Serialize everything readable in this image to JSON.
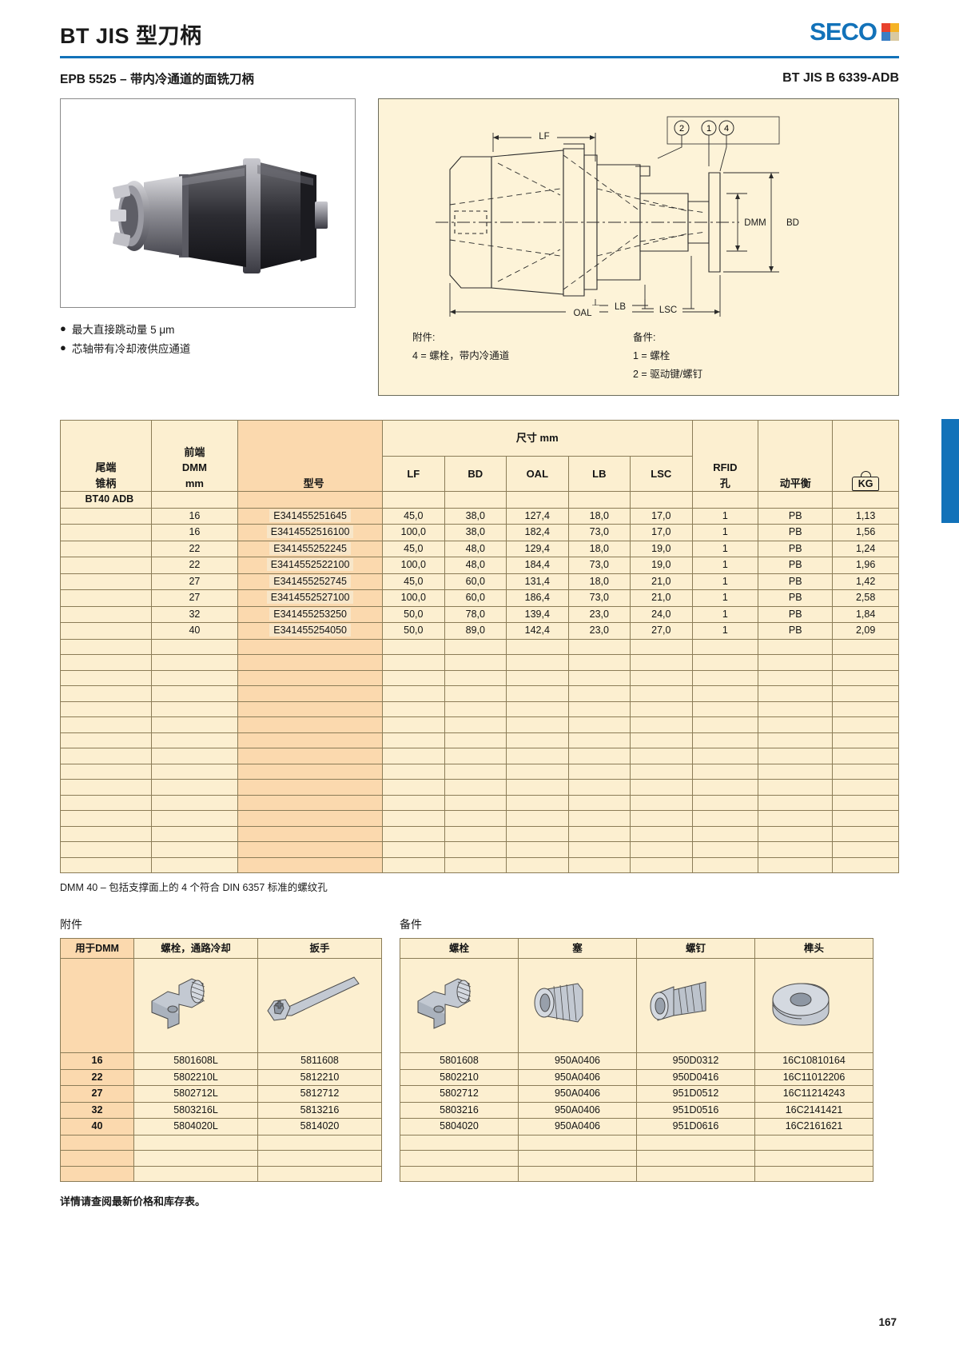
{
  "header": {
    "title": "BT JIS 型刀柄",
    "logo_text": "SECO",
    "logo_colors": [
      "#e8412c",
      "#f5b325",
      "#3a7ec4",
      "#d9c9a0"
    ],
    "accent_color": "#1272b9",
    "subtitle_left": "EPB 5525 – 带内冷通道的面铣刀柄",
    "subtitle_right": "BT JIS B 6339-ADB"
  },
  "features": {
    "bullets": [
      "最大直接跳动量 5 μm",
      "芯轴带有冷却液供应通道"
    ]
  },
  "diagram": {
    "labels": {
      "lf": "LF",
      "dmm": "DMM",
      "bd": "BD",
      "lb": "LB",
      "lsc": "LSC",
      "oal": "OAL",
      "b1": "1",
      "b2": "2",
      "b4": "4"
    },
    "legend": {
      "accessories_title": "附件:",
      "accessories_items": [
        "4 = 螺栓，带内冷通道"
      ],
      "spare_title": "备件:",
      "spare_items": [
        "1 = 螺栓",
        "2 = 驱动键/螺钉"
      ]
    }
  },
  "main_table": {
    "headers": {
      "shank": [
        "尾端",
        "锥柄"
      ],
      "dmm": [
        "前端",
        "DMM",
        "mm"
      ],
      "model": "型号",
      "dims_group": "尺寸 mm",
      "lf": "LF",
      "bd": "BD",
      "oal": "OAL",
      "lb": "LB",
      "lsc": "LSC",
      "rfid": [
        "RFID",
        "孔"
      ],
      "balance": "动平衡",
      "kg": "KG"
    },
    "group_label": "BT40 ADB",
    "rows": [
      {
        "dmm": "16",
        "model": "E341455251645",
        "lf": "45,0",
        "bd": "38,0",
        "oal": "127,4",
        "lb": "18,0",
        "lsc": "17,0",
        "rfid": "1",
        "balance": "PB",
        "kg": "1,13"
      },
      {
        "dmm": "16",
        "model": "E3414552516100",
        "lf": "100,0",
        "bd": "38,0",
        "oal": "182,4",
        "lb": "73,0",
        "lsc": "17,0",
        "rfid": "1",
        "balance": "PB",
        "kg": "1,56"
      },
      {
        "dmm": "22",
        "model": "E341455252245",
        "lf": "45,0",
        "bd": "48,0",
        "oal": "129,4",
        "lb": "18,0",
        "lsc": "19,0",
        "rfid": "1",
        "balance": "PB",
        "kg": "1,24"
      },
      {
        "dmm": "22",
        "model": "E3414552522100",
        "lf": "100,0",
        "bd": "48,0",
        "oal": "184,4",
        "lb": "73,0",
        "lsc": "19,0",
        "rfid": "1",
        "balance": "PB",
        "kg": "1,96"
      },
      {
        "dmm": "27",
        "model": "E341455252745",
        "lf": "45,0",
        "bd": "60,0",
        "oal": "131,4",
        "lb": "18,0",
        "lsc": "21,0",
        "rfid": "1",
        "balance": "PB",
        "kg": "1,42"
      },
      {
        "dmm": "27",
        "model": "E3414552527100",
        "lf": "100,0",
        "bd": "60,0",
        "oal": "186,4",
        "lb": "73,0",
        "lsc": "21,0",
        "rfid": "1",
        "balance": "PB",
        "kg": "2,58"
      },
      {
        "dmm": "32",
        "model": "E341455253250",
        "lf": "50,0",
        "bd": "78,0",
        "oal": "139,4",
        "lb": "23,0",
        "lsc": "24,0",
        "rfid": "1",
        "balance": "PB",
        "kg": "1,84"
      },
      {
        "dmm": "40",
        "model": "E341455254050",
        "lf": "50,0",
        "bd": "89,0",
        "oal": "142,4",
        "lb": "23,0",
        "lsc": "27,0",
        "rfid": "1",
        "balance": "PB",
        "kg": "2,09"
      }
    ],
    "empty_rows": 15,
    "footnote": "DMM 40 – 包括支撑面上的 4 个符合 DIN 6357 标准的螺纹孔"
  },
  "accessories_table": {
    "title": "附件",
    "headers": [
      "用于DMM",
      "螺栓，通路冷却",
      "扳手"
    ],
    "icons": [
      "bolt-icon",
      "wrench-icon"
    ],
    "rows": [
      {
        "dmm": "16",
        "bolt": "5801608L",
        "wrench": "5811608"
      },
      {
        "dmm": "22",
        "bolt": "5802210L",
        "wrench": "5812210"
      },
      {
        "dmm": "27",
        "bolt": "5802712L",
        "wrench": "5812712"
      },
      {
        "dmm": "32",
        "bolt": "5803216L",
        "wrench": "5813216"
      },
      {
        "dmm": "40",
        "bolt": "5804020L",
        "wrench": "5814020"
      }
    ],
    "empty_rows": 3
  },
  "spare_table": {
    "title": "备件",
    "headers": [
      "螺栓",
      "塞",
      "螺钉",
      "榫头"
    ],
    "icons": [
      "bolt-icon",
      "plug-icon",
      "screw-icon",
      "tenon-icon"
    ],
    "rows": [
      {
        "bolt": "5801608",
        "plug": "950A0406",
        "screw": "950D0312",
        "tenon": "16C10810164"
      },
      {
        "bolt": "5802210",
        "plug": "950A0406",
        "screw": "950D0416",
        "tenon": "16C11012206"
      },
      {
        "bolt": "5802712",
        "plug": "950A0406",
        "screw": "951D0512",
        "tenon": "16C11214243"
      },
      {
        "bolt": "5803216",
        "plug": "950A0406",
        "screw": "951D0516",
        "tenon": "16C2141421"
      },
      {
        "bolt": "5804020",
        "plug": "950A0406",
        "screw": "951D0616",
        "tenon": "16C2161621"
      }
    ],
    "empty_rows": 3
  },
  "footer": {
    "note": "详情请查阅最新价格和库存表。",
    "page_number": "167"
  }
}
